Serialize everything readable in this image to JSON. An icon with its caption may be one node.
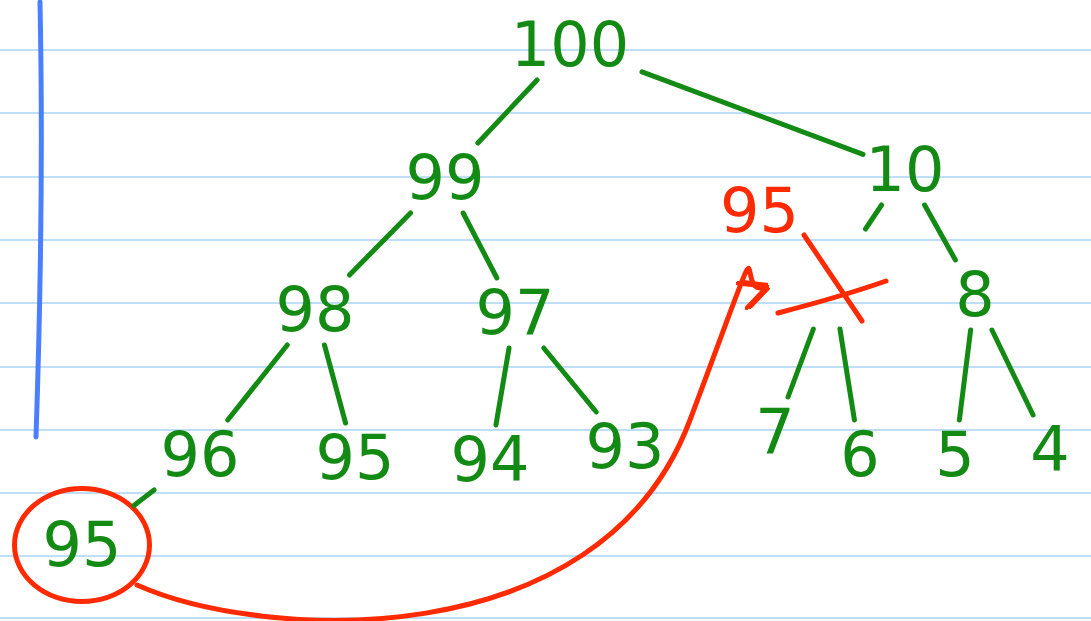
{
  "diagram": {
    "nodes": [
      {
        "text": [
          "100"
        ]
      },
      {
        "text": [
          "99"
        ]
      },
      {
        "text": [
          "10"
        ]
      },
      {
        "text": [
          "98"
        ]
      },
      {
        "text": [
          "97"
        ]
      },
      {
        "text": [],
        "shape": "cross"
      },
      {
        "text": [
          "8"
        ]
      },
      {
        "text": [
          "96"
        ]
      },
      {
        "text": [
          "95"
        ]
      },
      {
        "text": [
          "94"
        ]
      },
      {
        "text": [
          "93"
        ]
      },
      {
        "text": [
          "7"
        ]
      },
      {
        "text": [
          "6"
        ]
      },
      {
        "text": [
          "5"
        ]
      },
      {
        "text": [
          "4"
        ]
      },
      {
        "text": [
          "95"
        ]
      }
    ],
    "edges": [
      {
        "from": 0,
        "to": 1,
        "arrow": "none"
      },
      {
        "from": 0,
        "to": 2,
        "arrow": "none"
      },
      {
        "from": 1,
        "to": 3,
        "arrow": "none"
      },
      {
        "from": 1,
        "to": 4,
        "arrow": "none"
      },
      {
        "from": 2,
        "to": 5,
        "arrow": "none"
      },
      {
        "from": 2,
        "to": 6,
        "arrow": "none"
      },
      {
        "from": 3,
        "to": 7,
        "arrow": "none"
      },
      {
        "from": 3,
        "to": 8,
        "arrow": "none"
      },
      {
        "from": 4,
        "to": 9,
        "arrow": "none"
      },
      {
        "from": 4,
        "to": 10,
        "arrow": "none"
      },
      {
        "from": 5,
        "to": 11,
        "arrow": "none"
      },
      {
        "from": 5,
        "to": 12,
        "arrow": "none"
      },
      {
        "from": 6,
        "to": 13,
        "arrow": "none"
      },
      {
        "from": 6,
        "to": 14,
        "arrow": "none"
      },
      {
        "from": 7,
        "to": 15,
        "arrow": "none"
      },
      {
        "from": 15,
        "to": 5,
        "arrow": "to",
        "color": "#ff2a00"
      }
    ],
    "labels": [
      "95"
    ]
  }
}
